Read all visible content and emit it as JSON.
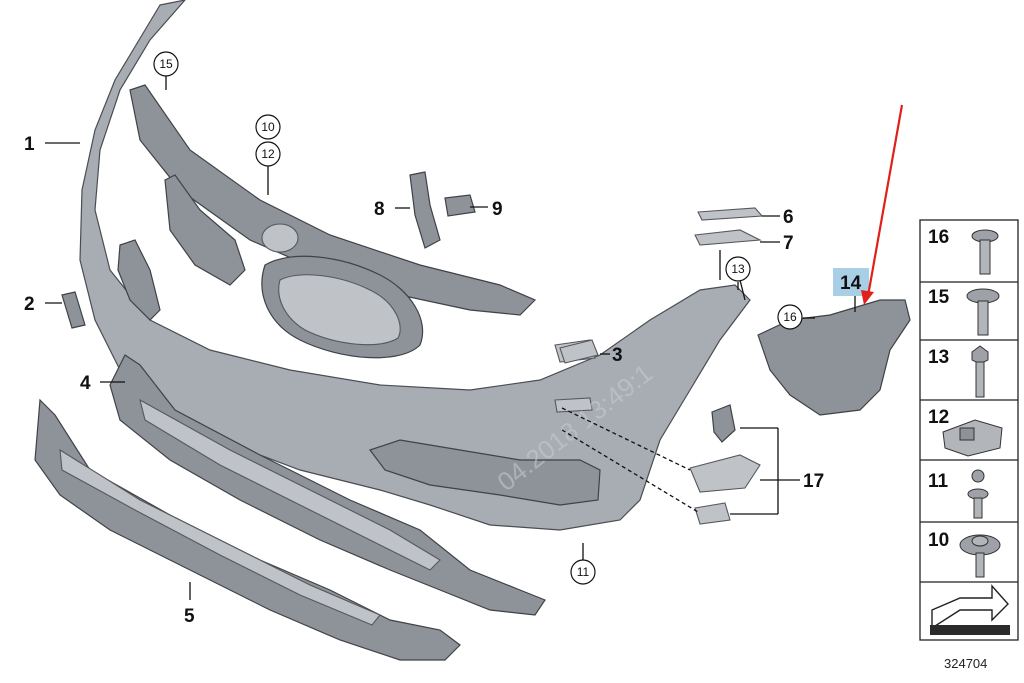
{
  "diagram": {
    "id_number": "324704",
    "watermark_text": "04.2018 13:49:1",
    "highlight_color": "#a9cfe6",
    "annotation_arrow_color": "#e0201b",
    "callouts": [
      {
        "label": "1"
      },
      {
        "label": "2"
      },
      {
        "label": "3"
      },
      {
        "label": "4"
      },
      {
        "label": "5"
      },
      {
        "label": "6"
      },
      {
        "label": "7"
      },
      {
        "label": "8"
      },
      {
        "label": "9"
      },
      {
        "label": "14"
      },
      {
        "label": "17"
      }
    ],
    "circled_callouts": [
      {
        "label": "15"
      },
      {
        "label": "10"
      },
      {
        "label": "12"
      },
      {
        "label": "13"
      },
      {
        "label": "16"
      },
      {
        "label": "11"
      }
    ],
    "legend": [
      {
        "label": "16",
        "icon": "screw-with-washer-icon"
      },
      {
        "label": "15",
        "icon": "flange-bolt-icon"
      },
      {
        "label": "13",
        "icon": "hex-screw-icon"
      },
      {
        "label": "12",
        "icon": "clip-nut-icon"
      },
      {
        "label": "11",
        "icon": "expanding-rivet-icon"
      },
      {
        "label": "10",
        "icon": "washer-screw-icon"
      }
    ]
  }
}
